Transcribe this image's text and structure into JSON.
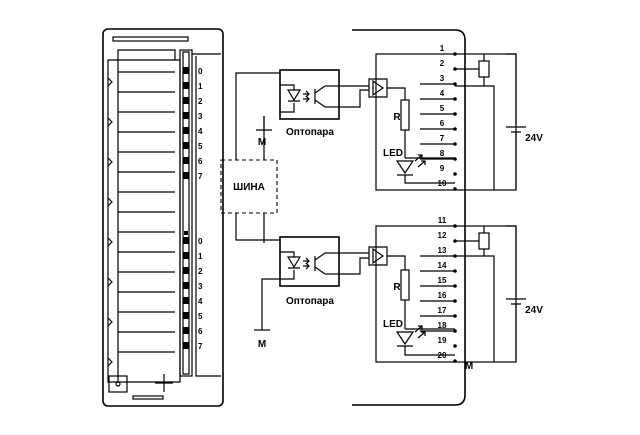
{
  "module": {
    "bits_top": [
      "0",
      "1",
      "2",
      "3",
      "4",
      "5",
      "6",
      "7"
    ],
    "bits_bottom": [
      "0",
      "1",
      "2",
      "3",
      "4",
      "5",
      "6",
      "7"
    ]
  },
  "labels": {
    "bus": "ШИНА",
    "optocoupler": "Оптопара",
    "ground": "M",
    "resistor": "R",
    "led": "LED",
    "voltage": "24V",
    "common_m": "M"
  },
  "terminals_top": [
    "1",
    "2",
    "3",
    "4",
    "5",
    "6",
    "7",
    "8",
    "9",
    "10"
  ],
  "terminals_bottom": [
    "11",
    "12",
    "13",
    "14",
    "15",
    "16",
    "17",
    "18",
    "19",
    "20"
  ]
}
